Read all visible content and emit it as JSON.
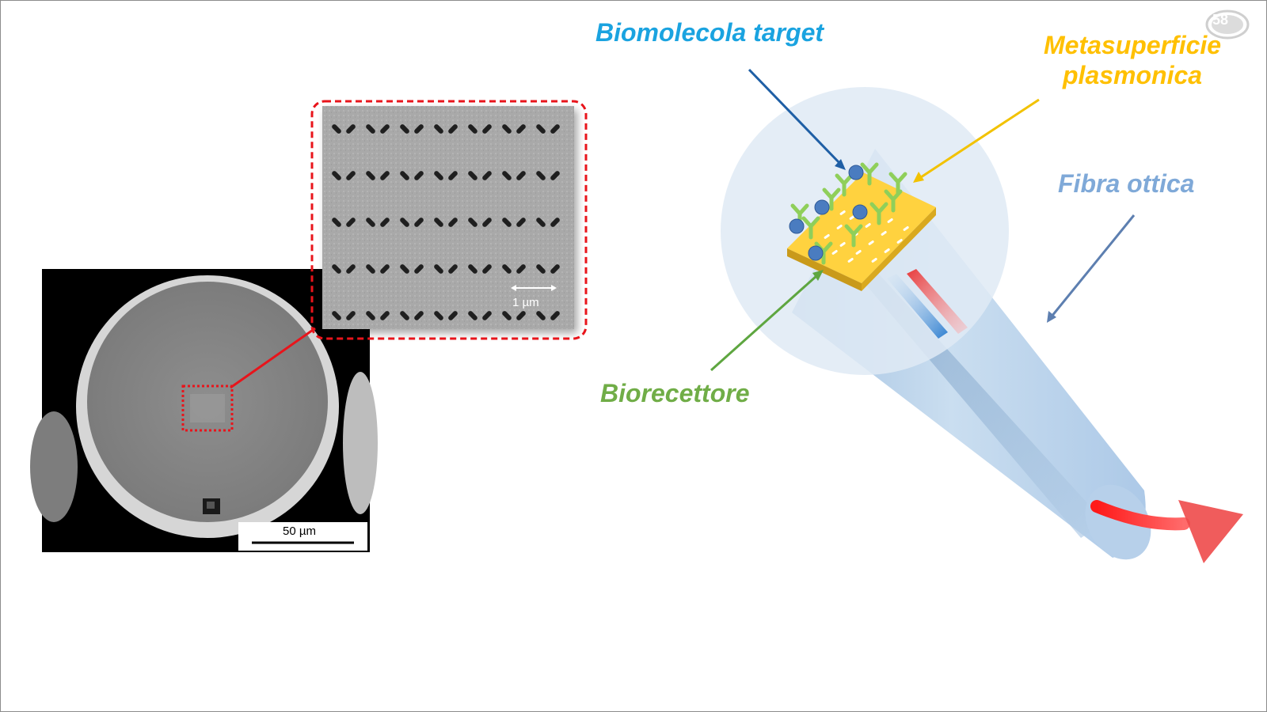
{
  "labels": {
    "target_biomolecule": "Biomolecola target",
    "metasurface_line1": "Metasuperficie",
    "metasurface_line2": "plasmonica",
    "optical_fiber": "Fibra ottica",
    "bioreceptor": "Biorecettore"
  },
  "scale_bars": {
    "fiber_scale": "50 µm",
    "inset_scale": "1 µm"
  },
  "logo": {
    "text": "58"
  },
  "colors": {
    "target_biomolecule": "#1aa3e0",
    "metasurface": "#ffc000",
    "optical_fiber": "#7fa9d8",
    "bioreceptor": "#70ad47",
    "highlight_red": "#e8141b"
  }
}
